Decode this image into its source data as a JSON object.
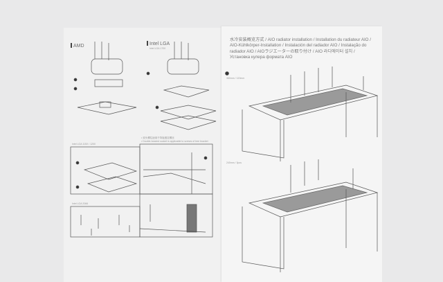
{
  "left_page": {
    "amd_heading": "AMD",
    "intel_heading": "Intel LGA",
    "intel_sub": "Intel LGA 1700",
    "intel_1150_label": "Intel LGA 115X / 1200",
    "intel_2066_label": "Intel LGA 2066",
    "note_cn": "• 双头螺柱适用于背板固定螺丝",
    "note_en": "• Double-headed socket is applicable to screws of tree bracket"
  },
  "right_page": {
    "title": "水冷安装概览方式 / AIO radiator installation / Installation du radiateur AIO / AIO-Kühlkörper-Installation / Instalación del radiador AIO / Instalação do radiador AIO / AIOラジエーターの取り付け / AIO 라디에이터 설치 / Установка кулера формата AIO",
    "step1_label": "360mm / 120mm",
    "step2_label": "240mm / 3pcs"
  }
}
